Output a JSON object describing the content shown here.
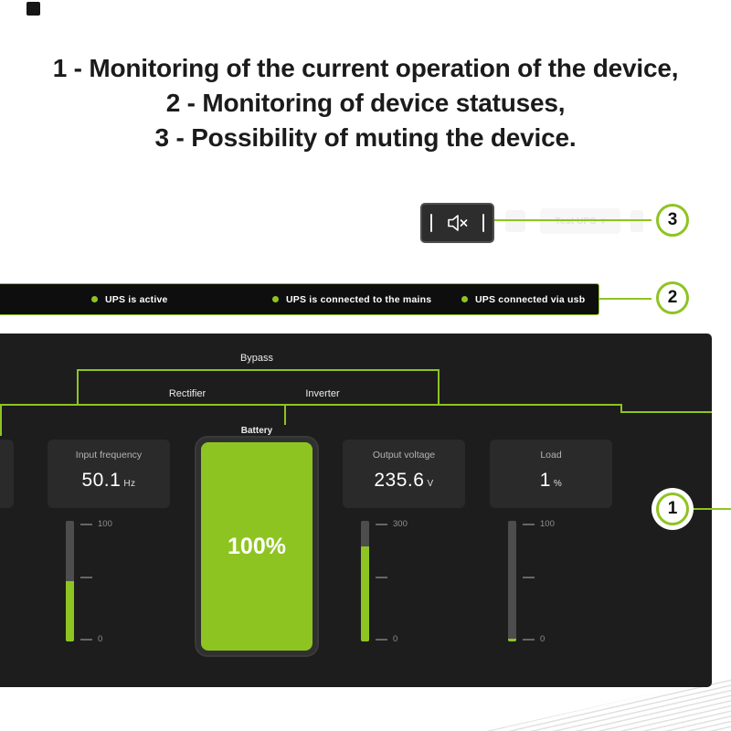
{
  "brand": {
    "accent": "#8ec422",
    "panel_bg": "#1d1d1d",
    "card_bg": "#2a2a2a",
    "status_bg": "#0e0e0e"
  },
  "heading": {
    "lines": [
      "1 - Monitoring of the current operation of the device,",
      "2 - Monitoring of device statuses,",
      "3 - Possibility of muting the device."
    ]
  },
  "callouts": {
    "c1": "1",
    "c2": "2",
    "c3": "3"
  },
  "toolbar": {
    "mute_icon": "speaker-muted-icon",
    "ghost_test_ups": "Test UPS",
    "ghost_caret": "▾"
  },
  "status_bar": {
    "items": [
      {
        "label": "UPS is active"
      },
      {
        "label": "UPS is connected to the mains"
      },
      {
        "label": "UPS connected via usb"
      }
    ]
  },
  "panel": {
    "flow": {
      "bypass": "Bypass",
      "rectifier": "Rectifier",
      "inverter": "Inverter",
      "battery_label": "Battery"
    },
    "battery": {
      "charge": "100%"
    },
    "cards": [
      {
        "title": "Input frequency",
        "value": "50.1",
        "unit": "Hz",
        "scale_top": "100",
        "scale_bottom": "0",
        "fill_percent": 50
      },
      {
        "title": "Output voltage",
        "value": "235.6",
        "unit": "V",
        "scale_top": "300",
        "scale_bottom": "0",
        "fill_percent": 79
      },
      {
        "title": "Load",
        "value": "1",
        "unit": "%",
        "scale_top": "100",
        "scale_bottom": "0",
        "fill_percent": 2
      }
    ]
  }
}
